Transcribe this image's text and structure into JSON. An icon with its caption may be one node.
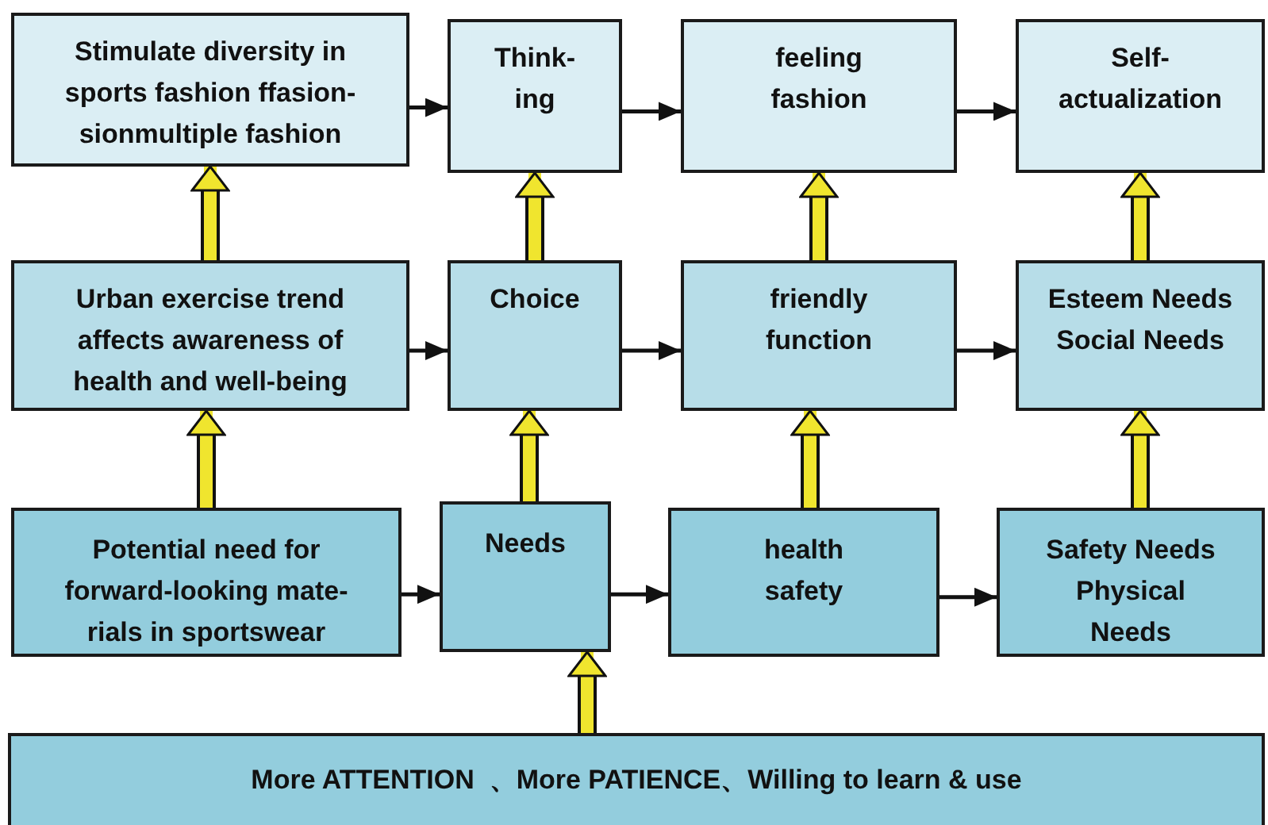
{
  "diagram": {
    "nodes": [
      {
        "text": [
          "Stimulate diversity in sports fashion ffasion- sionmultiple fashion"
        ]
      },
      {
        "text": [
          "Think- ing"
        ]
      },
      {
        "text": [
          "feeling fashion"
        ]
      },
      {
        "text": [
          "Self- actualization"
        ]
      },
      {
        "text": [
          "Urban exercise trend affects awareness of health and well-being"
        ]
      },
      {
        "text": [
          "Choice"
        ]
      },
      {
        "text": [
          "friendly function"
        ]
      },
      {
        "text": [
          "Esteem Needs Social Needs"
        ]
      },
      {
        "text": [
          "Potential need for forward-looking mate- rials in sportswear"
        ]
      },
      {
        "text": [
          "Needs"
        ]
      },
      {
        "text": [
          "health safety"
        ]
      },
      {
        "text": [
          "Safety Needs Physical Needs"
        ]
      },
      {
        "text": [
          "More ATTENTION  、More PATIENCE、Willing to learn & use"
        ]
      }
    ],
    "edges": [
      {
        "from": 0,
        "to": 1,
        "arrow": "to"
      },
      {
        "from": 1,
        "to": 2,
        "arrow": "to"
      },
      {
        "from": 2,
        "to": 3,
        "arrow": "to"
      },
      {
        "from": 4,
        "to": 5,
        "arrow": "to"
      },
      {
        "from": 5,
        "to": 6,
        "arrow": "to"
      },
      {
        "from": 6,
        "to": 7,
        "arrow": "to"
      },
      {
        "from": 8,
        "to": 9,
        "arrow": "to"
      },
      {
        "from": 9,
        "to": 10,
        "arrow": "to"
      },
      {
        "from": 10,
        "to": 11,
        "arrow": "to"
      },
      {
        "from": 4,
        "to": 0,
        "arrow": "to",
        "style": "thick",
        "color": "#f0e52e"
      },
      {
        "from": 5,
        "to": 1,
        "arrow": "to",
        "style": "thick",
        "color": "#f0e52e"
      },
      {
        "from": 6,
        "to": 2,
        "arrow": "to",
        "style": "thick",
        "color": "#f0e52e"
      },
      {
        "from": 7,
        "to": 3,
        "arrow": "to",
        "style": "thick",
        "color": "#f0e52e"
      },
      {
        "from": 8,
        "to": 4,
        "arrow": "to",
        "style": "thick",
        "color": "#f0e52e"
      },
      {
        "from": 9,
        "to": 5,
        "arrow": "to",
        "style": "thick",
        "color": "#f0e52e"
      },
      {
        "from": 10,
        "to": 6,
        "arrow": "to",
        "style": "thick",
        "color": "#f0e52e"
      },
      {
        "from": 11,
        "to": 7,
        "arrow": "to",
        "style": "thick",
        "color": "#f0e52e"
      },
      {
        "from": 12,
        "to": 9,
        "arrow": "to",
        "style": "thick",
        "color": "#f0e52e"
      }
    ]
  }
}
